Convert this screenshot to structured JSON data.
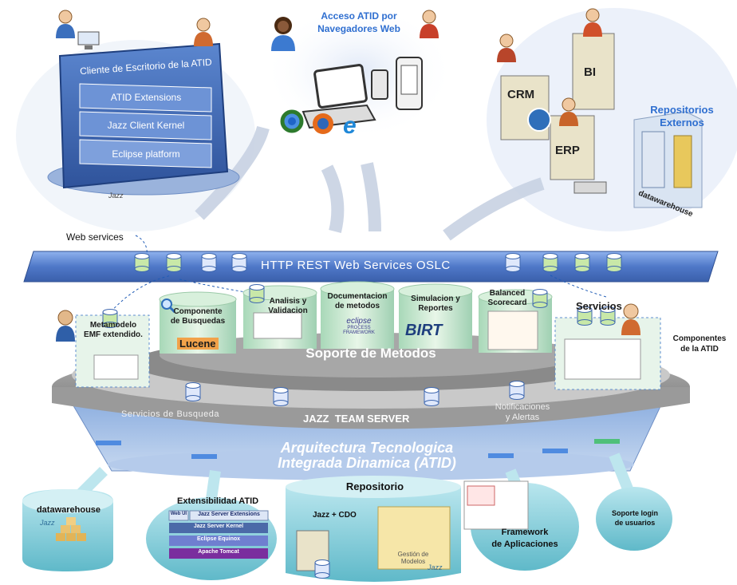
{
  "desktop_client": {
    "title": "Cliente de Escritorio de la ATID",
    "layers": [
      "ATID Extensions",
      "Jazz Client Kernel",
      "Eclipse platform"
    ],
    "brand": "Jazz"
  },
  "web_access": {
    "title_line1": "Acceso ATID por",
    "title_line2": "Navegadores Web"
  },
  "external_repos": {
    "title_line1": "Repositorios",
    "title_line2": "Externos",
    "servers": [
      "CRM",
      "BI",
      "ERP"
    ],
    "dw_label": "datawarehouse"
  },
  "web_services_label": "Web services",
  "bus": {
    "label": "HTTP REST Web Services OSLC"
  },
  "methods": [
    {
      "line1": "Metamodelo",
      "line2": "EMF extendido."
    },
    {
      "line1": "Componente",
      "line2": "de Busquedas",
      "badge": "Lucene"
    },
    {
      "line1": "Analisis y",
      "line2": "Validacion"
    },
    {
      "line1": "Documentacion",
      "line2": "de metodos",
      "badge": "eclipse",
      "badge2": "PROCESS FRAMEWORK"
    },
    {
      "line1": "Simulacion y",
      "line2": "Reportes",
      "badge": "BIRT"
    },
    {
      "line1": "Balanced",
      "line2": "Scorecard"
    },
    {
      "line1": "Servicios",
      "line2": ""
    }
  ],
  "components_label_line1": "Componentes",
  "components_label_line2": "de la ATID",
  "methods_support": "Soporte de Metodos",
  "server": {
    "search_services": "Servicios de Busqueda",
    "name": "JAZZ  TEAM SERVER",
    "notif_line1": "Notificaciones",
    "notif_line2": "y Alertas"
  },
  "architecture": {
    "line1": "Arquitectura Tecnologica",
    "line2": "Integrada Dinamica (ATID)"
  },
  "bottom": {
    "datawarehouse": "datawarehouse",
    "dw_brand": "Jazz",
    "extensibility": {
      "title": "Extensibilidad ATID",
      "web_ui": "Web UI",
      "rows": [
        "Jazz Server Extensions",
        "Jazz Server Kernel",
        "Eclipse Equinox",
        "Apache Tomcat"
      ]
    },
    "repository": {
      "title": "Repositorio",
      "sub": "Jazz + CDO",
      "models_line1": "Gestión de",
      "models_line2": "Modelos",
      "brand": "Jazz"
    },
    "framework_line1": "Framework",
    "framework_line2": "de Aplicaciones",
    "login_line1": "Soporte login",
    "login_line2": "de usuarios"
  },
  "colors": {
    "bus_blue": "#4f78c8",
    "accent_blue": "#1f5bb5",
    "teal": "#5fb9c9",
    "grey_ring": "#8c8c8c",
    "cyl_green": "#c8e8a8",
    "arch_text": "#ffffff"
  }
}
